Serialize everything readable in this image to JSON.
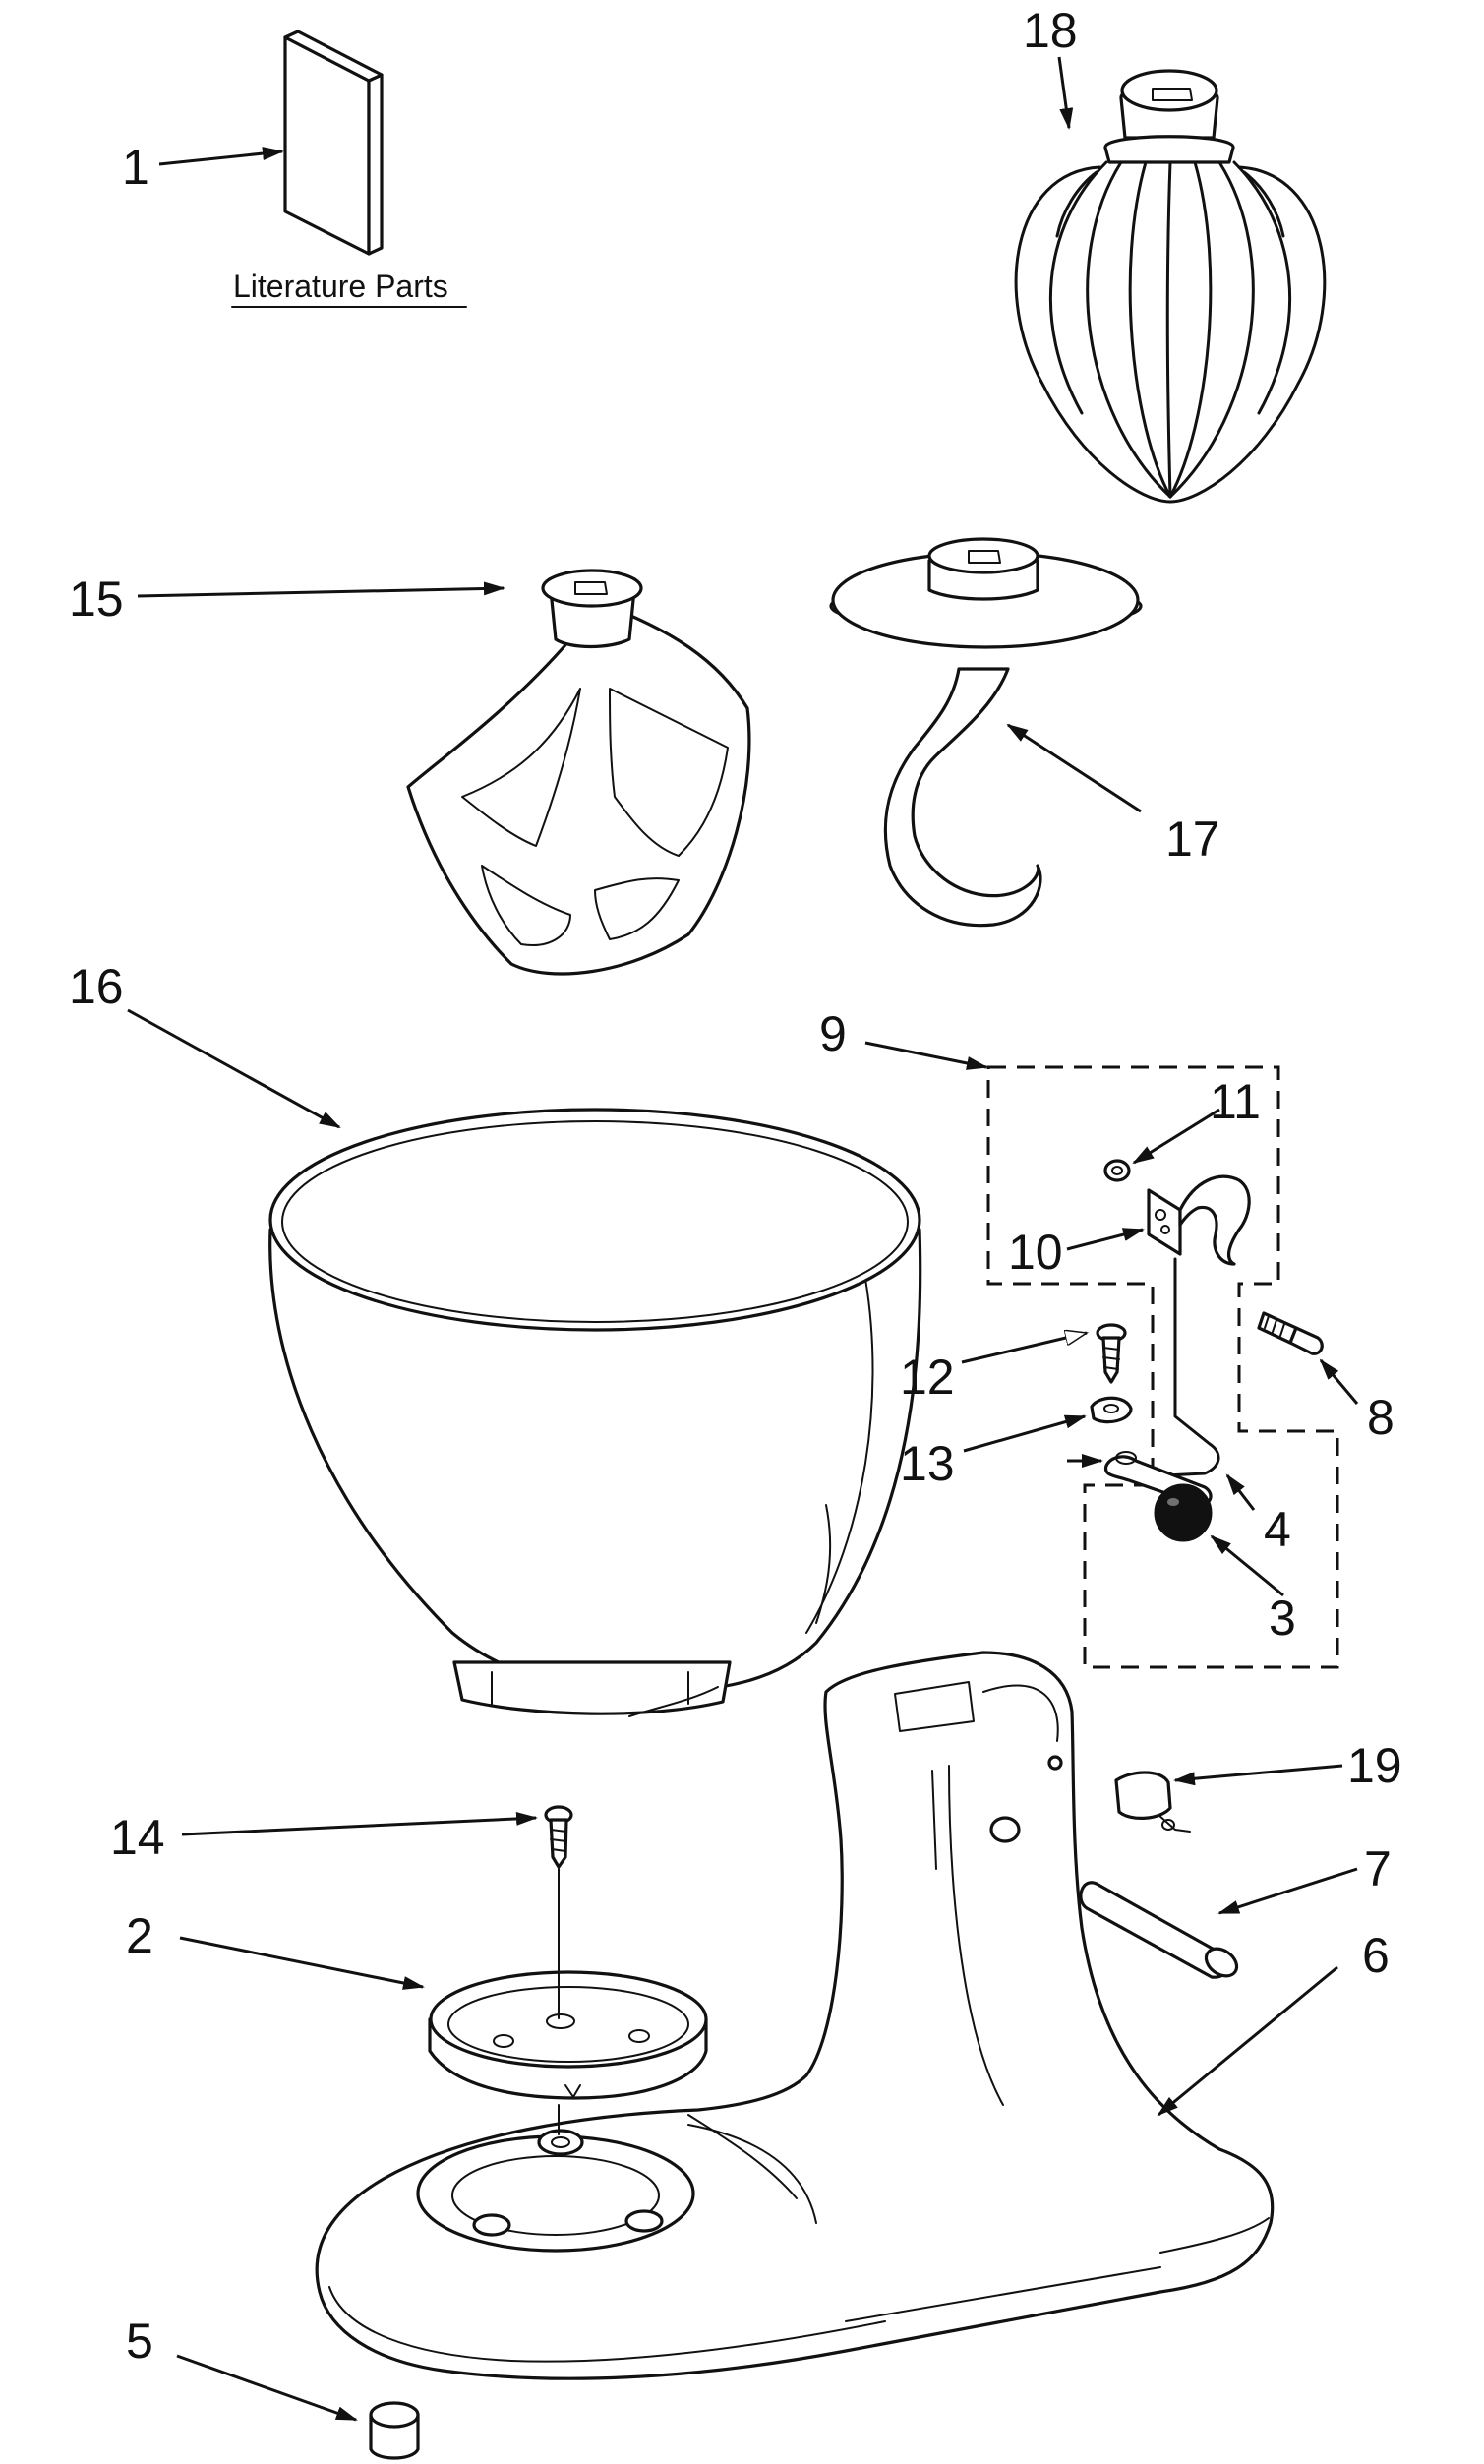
{
  "literature_caption": "Literature Parts",
  "callouts": [
    {
      "id": "1",
      "label": "1"
    },
    {
      "id": "2",
      "label": "2"
    },
    {
      "id": "3",
      "label": "3"
    },
    {
      "id": "4",
      "label": "4"
    },
    {
      "id": "5",
      "label": "5"
    },
    {
      "id": "6",
      "label": "6"
    },
    {
      "id": "7",
      "label": "7"
    },
    {
      "id": "8",
      "label": "8"
    },
    {
      "id": "9",
      "label": "9"
    },
    {
      "id": "10",
      "label": "10"
    },
    {
      "id": "11",
      "label": "11"
    },
    {
      "id": "12",
      "label": "12"
    },
    {
      "id": "13",
      "label": "13"
    },
    {
      "id": "14",
      "label": "14"
    },
    {
      "id": "15",
      "label": "15"
    },
    {
      "id": "16",
      "label": "16"
    },
    {
      "id": "17",
      "label": "17"
    },
    {
      "id": "18",
      "label": "18"
    },
    {
      "id": "19",
      "label": "19"
    }
  ],
  "colors": {
    "line": "#111111",
    "background": "#ffffff"
  }
}
